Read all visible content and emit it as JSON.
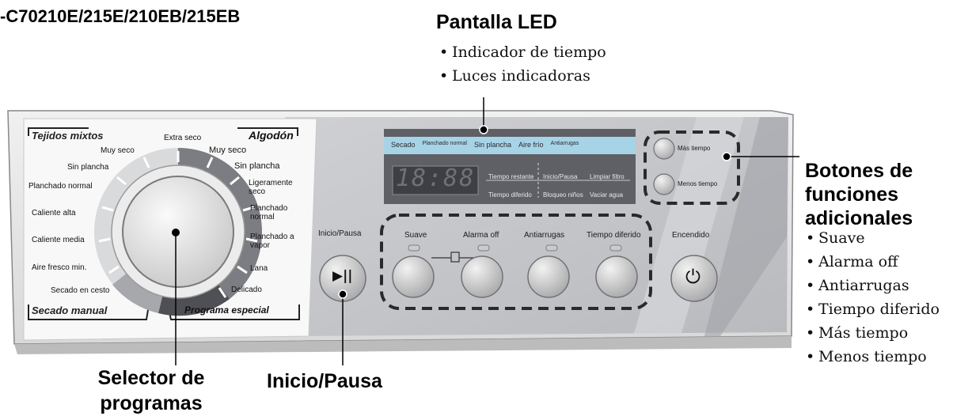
{
  "model": "-C70210E/215E/210EB/215EB",
  "callouts": {
    "led": {
      "title": "Pantalla LED",
      "items": [
        "Indicador de tiempo",
        "Luces indicadoras"
      ]
    },
    "extra": {
      "title_lines": [
        "Botones de",
        "funciones",
        "adicionales"
      ],
      "items": [
        "Suave",
        "Alarma off",
        "Antiarrugas",
        "Tiempo diferido",
        "Más tiempo",
        "Menos tiempo"
      ]
    },
    "selector": {
      "lines": [
        "Selector de",
        "programas"
      ]
    },
    "start": {
      "title": "Inicio/Pausa"
    }
  },
  "dial": {
    "group_left_title": "Tejidos mixtos",
    "group_right_title": "Algodón",
    "group_bottom_left": "Secado manual",
    "group_bottom_right": "Programa especial",
    "left_items": [
      "Extra seco",
      "Muy seco",
      "Sin plancha",
      "Planchado normal",
      "Caliente alta",
      "Caliente media",
      "Aire fresco min.",
      "Secado en cesto"
    ],
    "right_items": [
      "Muy seco",
      "Sin plancha",
      "Ligeramente seco",
      "Planchado normal",
      "Planchado a vapor",
      "Lana",
      "Delicado"
    ]
  },
  "display": {
    "top_row": [
      "Secado",
      "Planchado normal",
      "Sin plancha",
      "Aire frío",
      "Antiarrugas"
    ],
    "digits": "18:88",
    "status_left": [
      "Tiempo restante",
      "Tiempo diferido"
    ],
    "status_mid": [
      "Inicio/Pausa",
      "Bloqueo niños"
    ],
    "status_right": [
      "Limpiar filtro",
      "Vaciar agua"
    ]
  },
  "buttons": {
    "start_label": "Inicio/Pausa",
    "start_icon": "▶||",
    "suave": "Suave",
    "alarma": "Alarma off",
    "antiarrugas": "Antiarrugas",
    "tiempo": "Tiempo diferido",
    "encendido": "Encendido",
    "mas": "Más tiempo",
    "menos": "Menos tiempo",
    "power_icon": "⏻"
  }
}
